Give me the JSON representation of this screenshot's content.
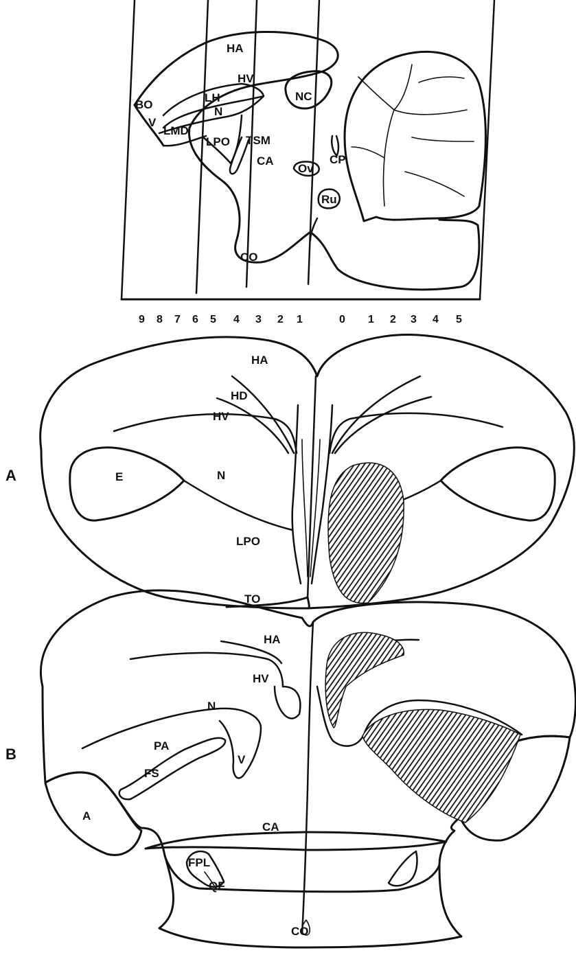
{
  "sagittal": {
    "labels": {
      "HA": "HA",
      "HV": "HV",
      "LH": "LH",
      "N": "N",
      "BO": "BO",
      "V": "V",
      "LMD": "LMD",
      "LPO": "LPO",
      "TSM": "TSM",
      "CA": "CA",
      "NC": "NC",
      "OV": "Ov",
      "CP": "CP",
      "RU": "Ru",
      "CO": "CO"
    },
    "scale_ticks": [
      "9",
      "8",
      "7",
      "6",
      "5",
      "4",
      "3",
      "2",
      "1",
      "0",
      "1",
      "2",
      "3",
      "4",
      "5"
    ]
  },
  "panel_a": {
    "side_label": "A",
    "labels": {
      "HA": "HA",
      "HD": "HD",
      "HV": "HV",
      "E": "E",
      "N": "N",
      "LPO": "LPO",
      "TO": "TO"
    }
  },
  "panel_b": {
    "side_label": "B",
    "labels": {
      "HA": "HA",
      "HV": "HV",
      "N": "N",
      "PA": "PA",
      "FS": "FS",
      "V": "V",
      "A": "A",
      "CA": "CA",
      "FPL": "FPL",
      "QF": "QF",
      "CO": "CO"
    }
  },
  "colors": {
    "ink": "#111111",
    "background": "#ffffff"
  }
}
